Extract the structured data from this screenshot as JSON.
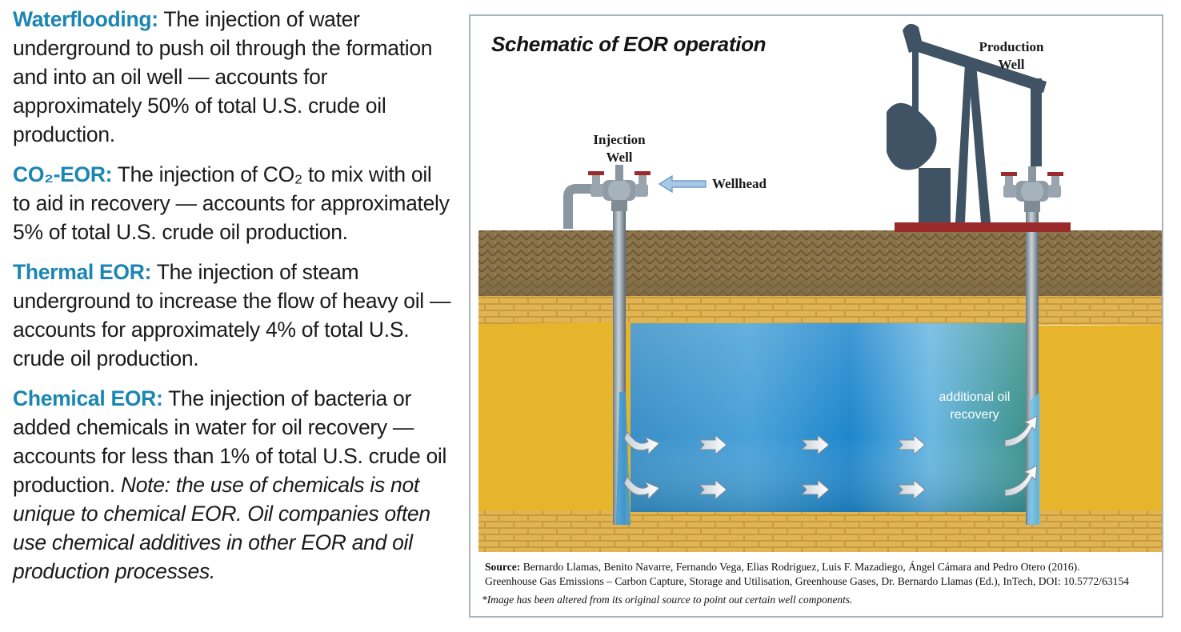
{
  "methods": [
    {
      "term": "Waterflooding:",
      "text": " The injection of water underground to push oil through the formation and into an oil well — accounts for approximately 50% of total U.S. crude oil production."
    },
    {
      "term": "CO₂-EOR:",
      "text": " The injection of CO₂ to mix with oil to aid in recovery — accounts for approximately 5% of total U.S. crude oil production."
    },
    {
      "term": "Thermal EOR:",
      "text": " The injection of steam underground to increase the flow of heavy oil — accounts for approximately 4% of total U.S. crude oil production."
    },
    {
      "term": "Chemical EOR:",
      "text": " The injection of bacteria or added chemicals in water for oil recovery — accounts for less than 1% of total U.S. crude oil production. ",
      "note": "Note: the use of chemicals is not unique to chemical EOR. Oil companies often use chemical additives in other EOR and oil production processes."
    }
  ],
  "figure": {
    "title": "Schematic of EOR operation",
    "labels": {
      "production_well_1": "Production",
      "production_well_2": "Well",
      "injection_well_1": "Injection",
      "injection_well_2": "Well",
      "wellhead": "Wellhead",
      "recovery_1": "additional oil",
      "recovery_2": "recovery"
    },
    "source_label": "Source:",
    "source_line1": " Bernardo Llamas, Benito Navarre, Fernando Vega, Elias Rodriguez, Luis F. Mazadiego, Ángel Cámara and Pedro Otero (2016).",
    "source_line2": "Greenhouse Gas Emissions – Carbon Capture, Storage and Utilisation, Greenhouse Gases, Dr. Bernardo Llamas (Ed.), InTech, DOI: 10.5772/63154",
    "altered_note": "*Image has been altered from its original source to point out certain well components."
  }
}
